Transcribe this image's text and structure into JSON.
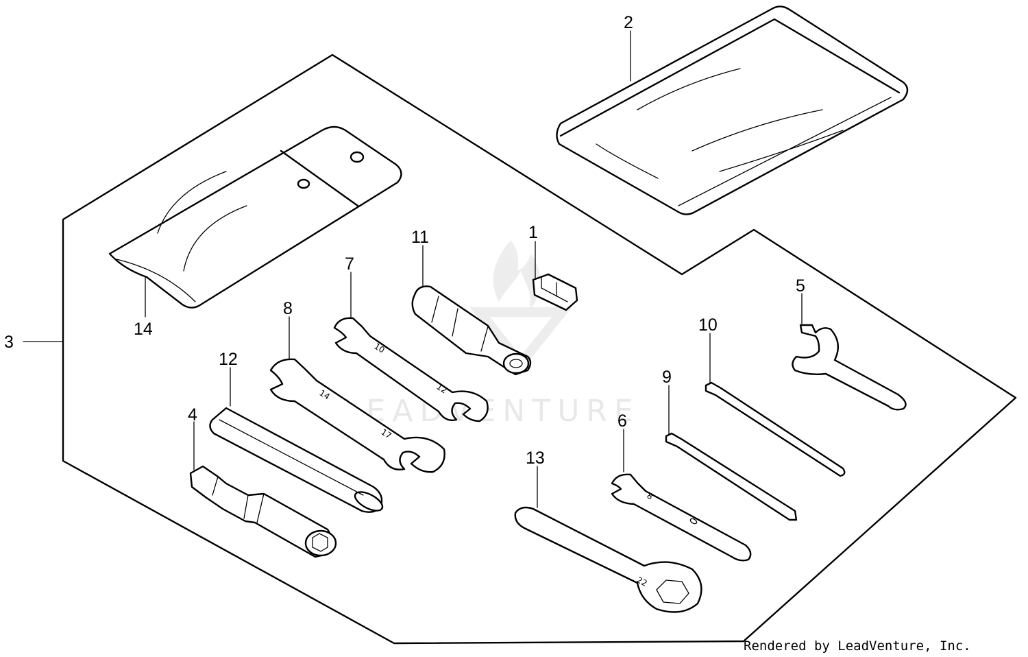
{
  "diagram": {
    "callouts": [
      "1",
      "2",
      "3",
      "4",
      "5",
      "6",
      "7",
      "8",
      "9",
      "10",
      "11",
      "12",
      "13",
      "14"
    ],
    "wrench_stamps": {
      "w7_a": "10",
      "w7_b": "12",
      "w8_a": "14",
      "w8_b": "17",
      "w6": "8",
      "w13": "22"
    },
    "watermark": "LEADVENTURE",
    "footer": "Rendered by LeadVenture, Inc."
  },
  "colors": {
    "line": "#000000",
    "background": "#ffffff",
    "watermark": "#e6e6e6"
  }
}
